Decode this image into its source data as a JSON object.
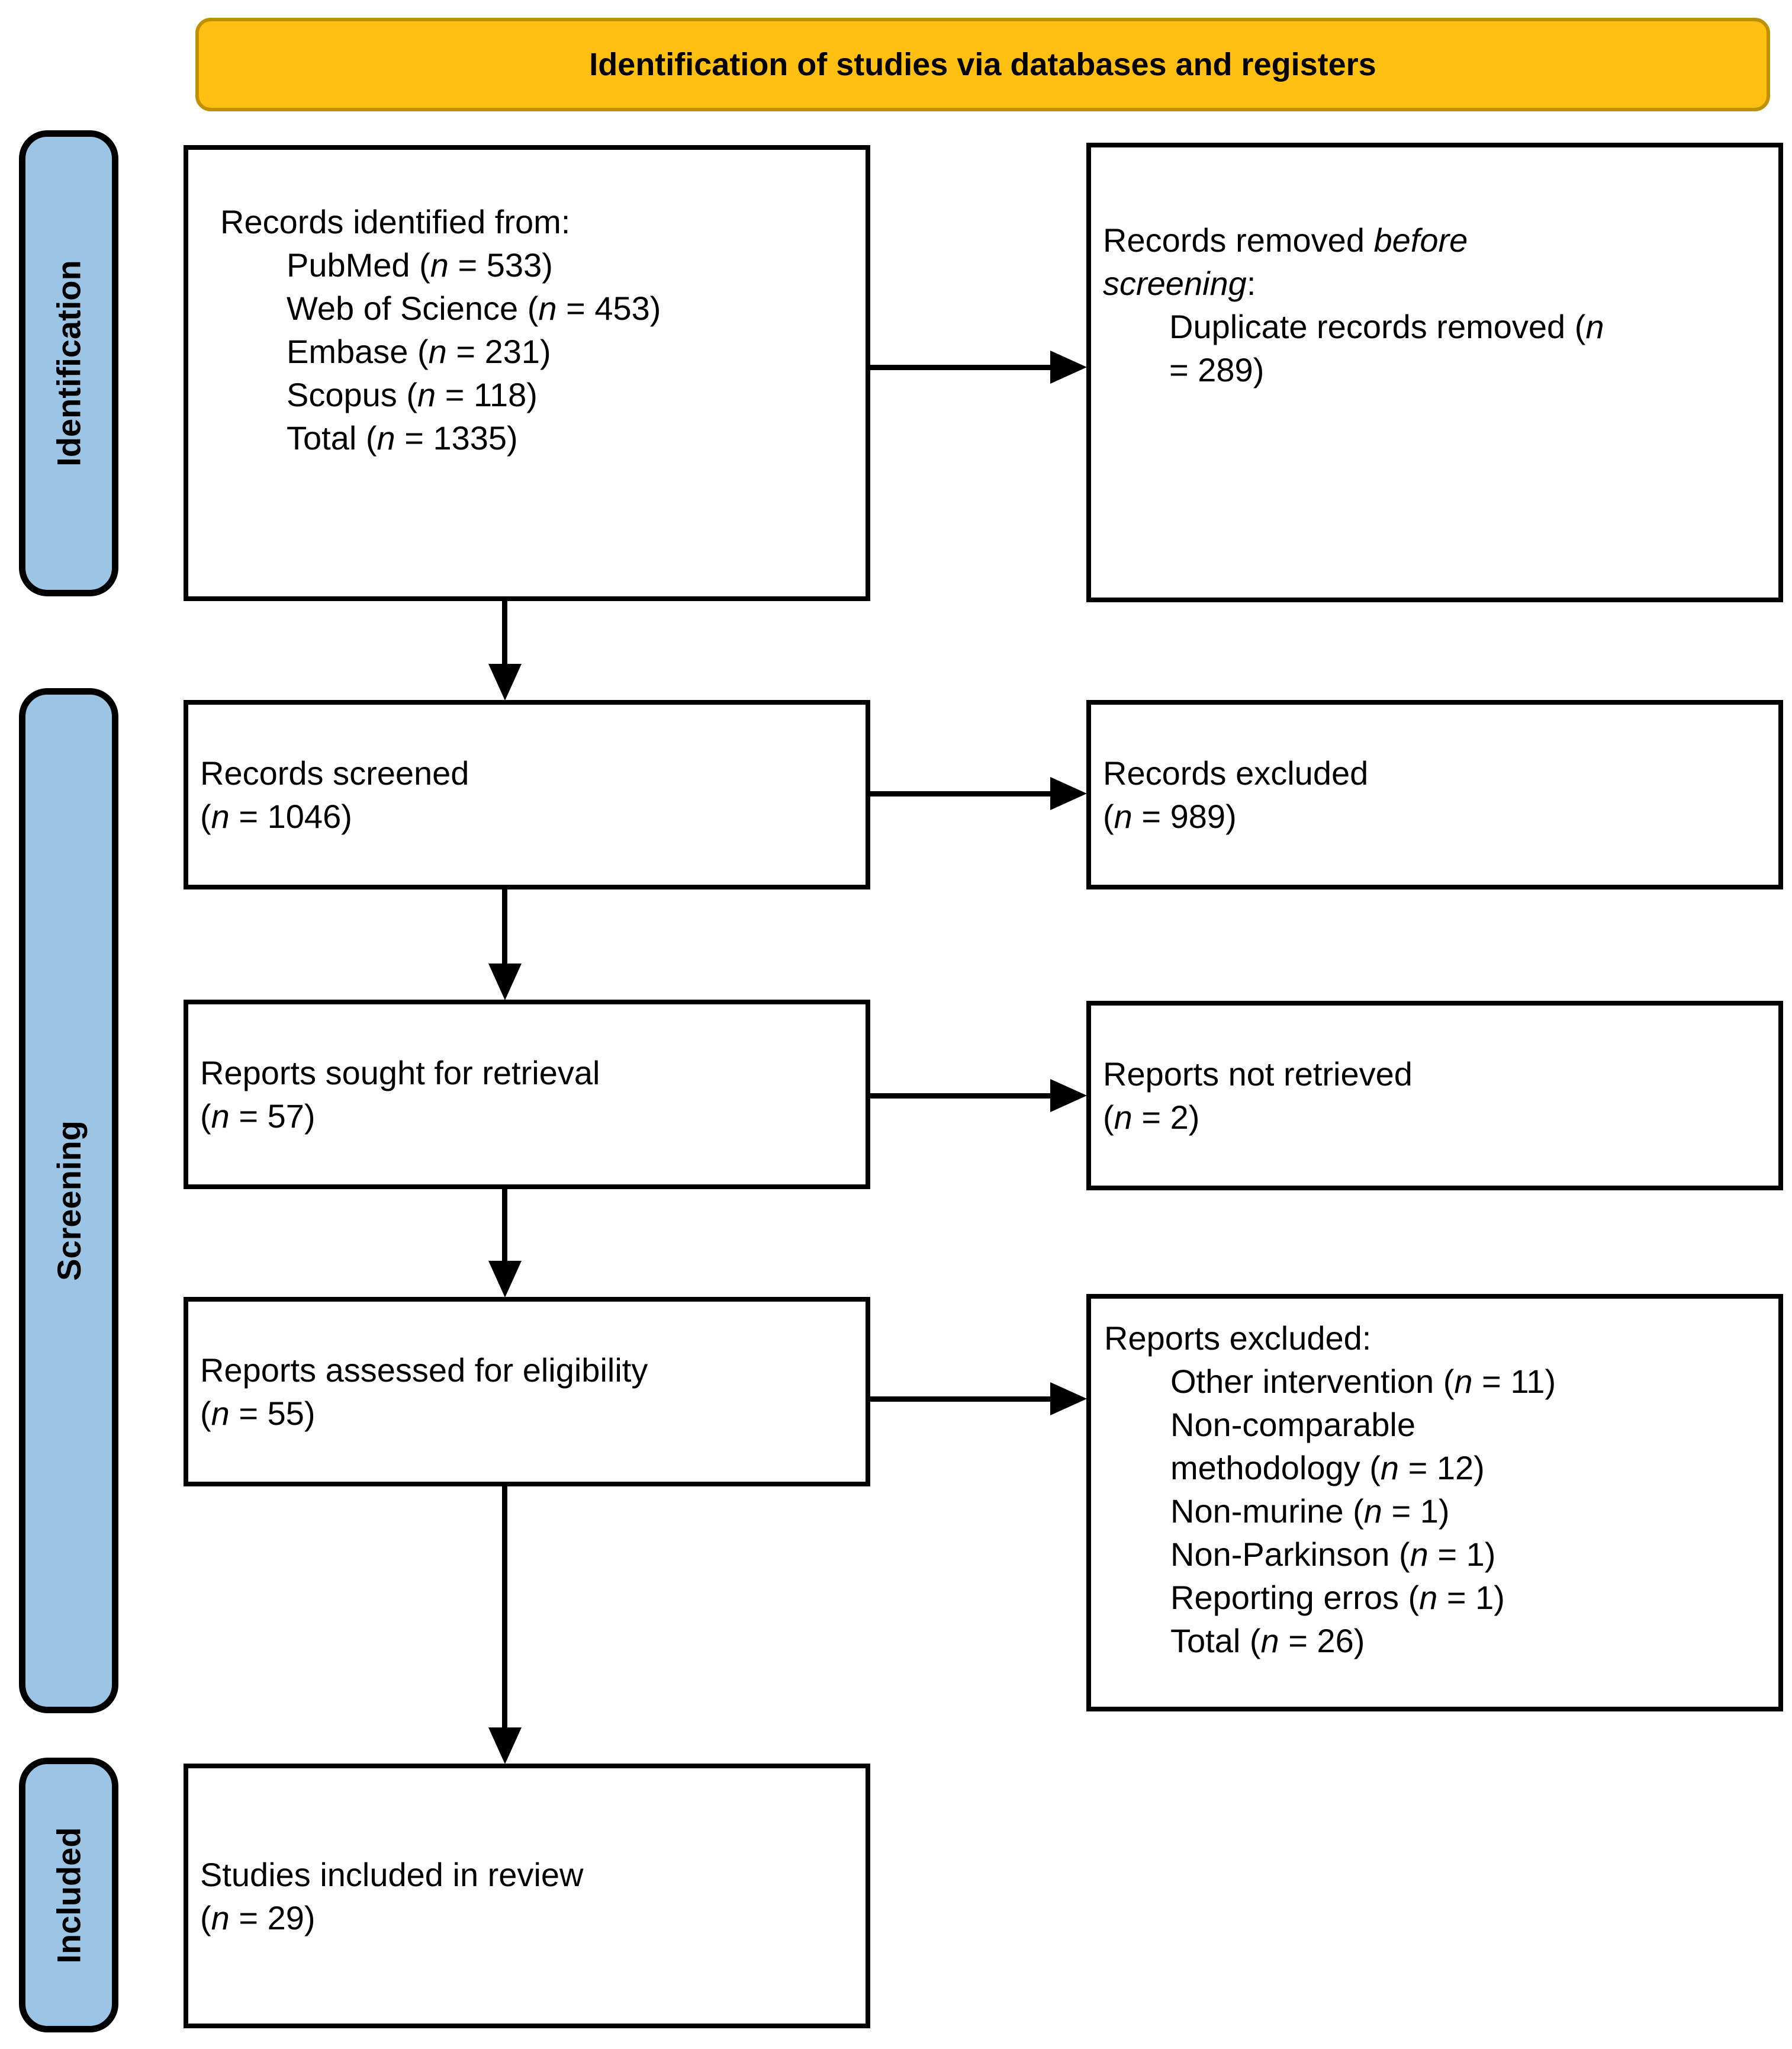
{
  "header": {
    "title": "Identification of studies via databases and registers"
  },
  "stages": {
    "identification": "Identification",
    "screening": "Screening",
    "included": "Included"
  },
  "colors": {
    "banner_fill": "#FFC011",
    "banner_border": "#BF9000",
    "stage_fill": "#9CC5E5"
  },
  "boxes": {
    "records_identified": {
      "lines": [
        {
          "t": "Records identified from:"
        },
        {
          "t": "PubMed (",
          "n": "n",
          "r": " = 533)"
        },
        {
          "t": "Web of Science (",
          "n": "n",
          "r": " = 453)"
        },
        {
          "t": "Embase (",
          "n": "n",
          "r": " = 231)"
        },
        {
          "t": "Scopus (",
          "n": "n",
          "r": " = 118)"
        },
        {
          "t": "Total (",
          "n": "n",
          "r": " = 1335)"
        }
      ]
    },
    "records_removed": {
      "lines": [
        {
          "t": "Records removed ",
          "n": "before"
        },
        {
          "n": "screening",
          "r": ":"
        },
        {
          "t": "Duplicate records removed (",
          "n": "n"
        },
        {
          "t": "= 289)"
        }
      ]
    },
    "records_screened": {
      "lines": [
        {
          "t": "Records screened"
        },
        {
          "t": "(",
          "n": "n",
          "r": " = 1046)"
        }
      ]
    },
    "records_excluded": {
      "lines": [
        {
          "t": "Records excluded"
        },
        {
          "t": "(",
          "n": "n",
          "r": " = 989)"
        }
      ]
    },
    "reports_sought": {
      "lines": [
        {
          "t": "Reports sought for retrieval"
        },
        {
          "t": "(",
          "n": "n",
          "r": " = 57)"
        }
      ]
    },
    "reports_not_retrieved": {
      "lines": [
        {
          "t": "Reports not retrieved"
        },
        {
          "t": "(",
          "n": "n",
          "r": " = 2)"
        }
      ]
    },
    "reports_assessed": {
      "lines": [
        {
          "t": "Reports assessed for eligibility"
        },
        {
          "t": "(",
          "n": "n",
          "r": " = 55)"
        }
      ]
    },
    "reports_excluded": {
      "lines": [
        {
          "t": "Reports excluded:"
        },
        {
          "t": "Other intervention (",
          "n": "n",
          "r": " = 11)"
        },
        {
          "t": "Non-comparable"
        },
        {
          "t": "methodology (",
          "n": "n",
          "r": " = 12)"
        },
        {
          "t": "Non-murine (",
          "n": "n",
          "r": " = 1)"
        },
        {
          "t": "Non-Parkinson (",
          "n": "n",
          "r": " = 1)"
        },
        {
          "t": "Reporting erros (",
          "n": "n",
          "r": " = 1)"
        },
        {
          "t": "Total (",
          "n": "n",
          "r": " = 26)"
        }
      ]
    },
    "studies_included": {
      "lines": [
        {
          "t": "Studies included in review"
        },
        {
          "t": "(",
          "n": "n",
          "r": " = 29)"
        }
      ]
    }
  }
}
